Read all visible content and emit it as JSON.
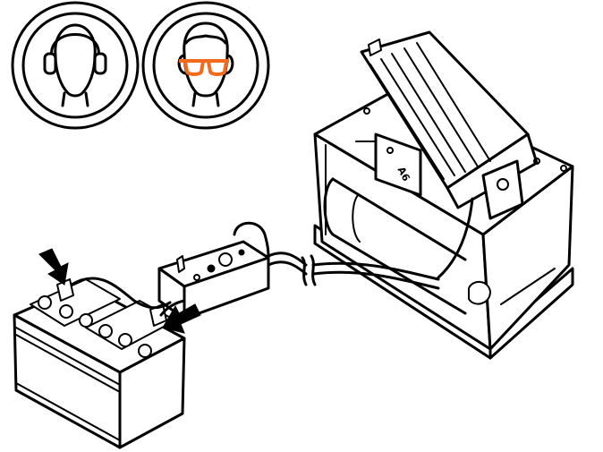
{
  "figure": {
    "safety_icons": [
      {
        "name": "ear-protection"
      },
      {
        "name": "eye-protection"
      }
    ],
    "component_stamp": "A6",
    "colors": {
      "line": "#000000",
      "background": "#ffffff",
      "accent_goggles": "#f26b1d"
    }
  }
}
